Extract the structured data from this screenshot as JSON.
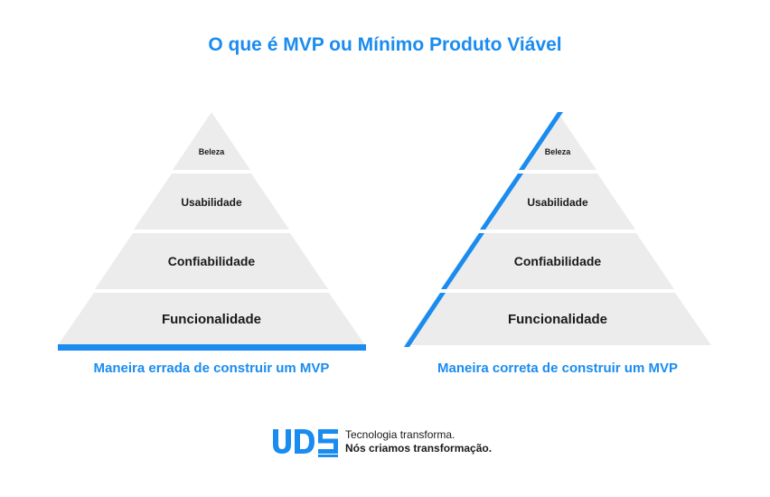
{
  "title": "O que é MVP ou Mínimo Produto Viável",
  "pyramids": [
    {
      "caption": "Maneira errada de construir um MVP",
      "levels": [
        "Beleza",
        "Usabilidade",
        "Confiabilidade",
        "Funcionalidade"
      ]
    },
    {
      "caption": "Maneira correta de construir um MVP",
      "levels": [
        "Beleza",
        "Usabilidade",
        "Confiabilidade",
        "Funcionalidade"
      ]
    }
  ],
  "footer": {
    "logo": "UDS",
    "tagline1": "Tecnologia transforma.",
    "tagline2": "Nós criamos transformação."
  },
  "colors": {
    "accent": "#1a8cf0",
    "tier": "#ececec",
    "text": "#1a1a1a"
  }
}
